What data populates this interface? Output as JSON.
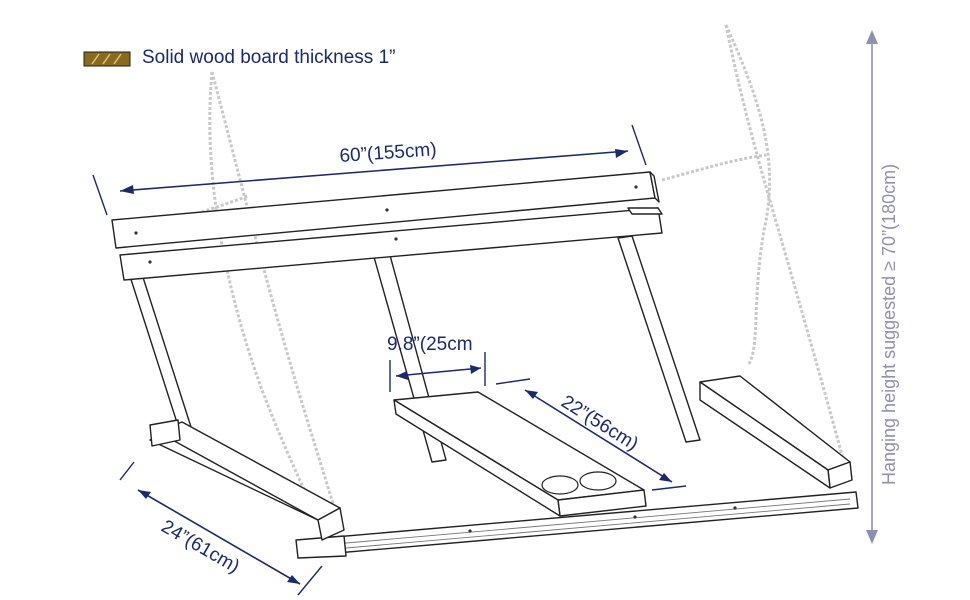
{
  "legend": {
    "swatch_color": "#8a6a1f",
    "text": "Solid wood board thickness 1”"
  },
  "dimensions": {
    "width": "60”(155cm)",
    "tray_width": "9.8”(25cm",
    "tray_length": "22”(56cm)",
    "depth": "24”(61cm)",
    "hanging_height": "Hanging height suggested  ≥ 70”(180cm)"
  },
  "colors": {
    "annotation": "#1a2a6c",
    "annotation_grey": "#8f8fb2",
    "outline": "#222222",
    "chain": "#c9c9c9"
  }
}
